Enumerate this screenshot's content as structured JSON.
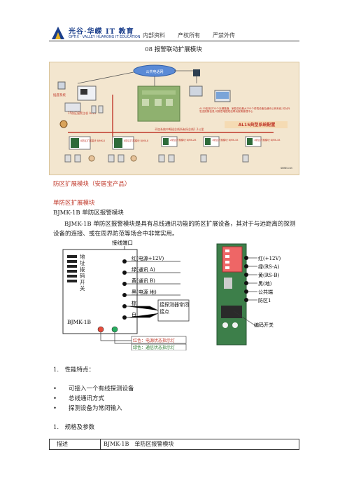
{
  "header": {
    "logo_cn": "光谷·华嵘 IT 教育",
    "logo_en": "OPTIX · VALLEY  HUARONG  IT  EDUCATION",
    "tags": [
      "内部资料",
      "产权所有",
      "严禁外传"
    ]
  },
  "doc_title": "08 报警联动扩展模块",
  "banner": {
    "center_label": "公共电话网",
    "right_title": "AL15典型系统配置",
    "right_desc": "AL15型用于20个光栅路器、家庭总线最大255个终端设备及通讯公网系统,可对外发送报警信息,可随意增配短信联动报警管理中心",
    "bus_label": "不加系统中断插总线所有所总线1.2公里",
    "left_label": "插座系统",
    "panel_label": "15防区报警主机 AL15",
    "modules": [
      "8防区扩展模块 BJMK-8",
      "8防区扩展模块 BJMK-8",
      "2防区扩展模块 BJMK-2B",
      "1防区扩展模块 BJMK-1B",
      "1防区扩展模块 BJMK-1B"
    ],
    "corner_mark": "SEBEI.net"
  },
  "section_red": "防区扩展模块（安居宝产品）",
  "section_sub": "单防区扩展模块",
  "product_title": "BJMK-1B 单防区报警模块",
  "paragraph": "BJMK-1B 单防区报警模块是具有总线通讯功能的防区扩展设备，其对于与远距离的探测设备的连接、或在周界防范等场合中非常实用。",
  "diagram": {
    "port_label": "接线端口",
    "dip_label": "地址拨码开关",
    "model": "BJMK-1B",
    "wires": [
      "红(电源+12V)",
      "绿(通讯 A)",
      "黄(通讯 B)",
      "黑(电源 地)",
      "棕",
      "白"
    ],
    "detector_note": "接探测器常闭接点",
    "led_red": "红色：电源状态指示灯",
    "led_green": "绿色：通信状态指示灯",
    "photo_labels": [
      "红(+12V)",
      "绿(RS-A)",
      "黄(RS-B)",
      "黑(地)",
      "公共端",
      "防区1"
    ],
    "photo_switch": "编码开关"
  },
  "features_title": "1.　性能特点：",
  "features": [
    "可接入一个有线探测设备",
    "总线通讯方式",
    "探测设备为常闭输入"
  ],
  "specs_title": "1.　规格及参数",
  "table": {
    "col1": "描述",
    "col2": "BJMK-1B　单防区报警模块"
  }
}
